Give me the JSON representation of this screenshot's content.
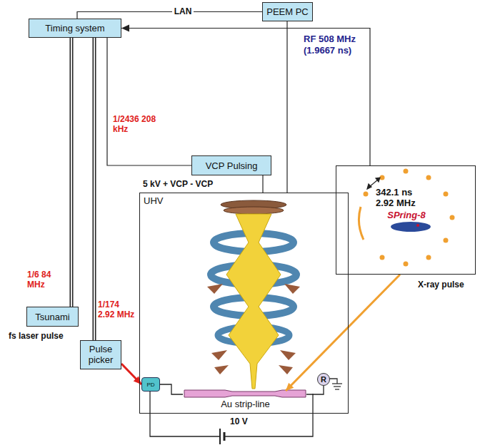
{
  "diagram": {
    "nodes": [
      {
        "text": [
          "PEEM PC"
        ]
      },
      {
        "text": [
          "Timing system"
        ]
      },
      {
        "text": [
          "VCP Pulsing"
        ]
      },
      {
        "text": [
          "UHV"
        ]
      },
      {
        "text": [
          "Tsunami"
        ]
      },
      {
        "text": [
          "Pulse picker"
        ]
      },
      {
        "text": [
          "342.1 ns 2.92 MHz",
          "SPring-8"
        ]
      },
      {
        "text": [
          "Au strip-line"
        ],
        "in": 3
      },
      {
        "text": [
          "R"
        ],
        "in": 3
      },
      {
        "text": [
          "PD"
        ],
        "in": 3
      }
    ],
    "edges": [
      {
        "from": 0,
        "to": 1,
        "arrow": "none",
        "label": "LAN"
      },
      {
        "from": 6,
        "to": 1,
        "arrow": "to",
        "label": "RF 508 MHz (1.9667 ns)"
      },
      {
        "from": 1,
        "to": 2,
        "arrow": "none",
        "label": "1/2436 208 kHz"
      },
      {
        "from": 1,
        "to": 4,
        "arrow": "none",
        "label": "1/6 84 MHz"
      },
      {
        "from": 1,
        "to": 5,
        "arrow": "none",
        "label": "1/174 2.92 MHz"
      },
      {
        "from": 0,
        "to": 3,
        "arrow": "none"
      },
      {
        "from": 2,
        "to": 3,
        "arrow": "none",
        "label": "5 kV + VCP - VCP"
      },
      {
        "from": 5,
        "to": 9,
        "arrow": "to"
      },
      {
        "from": 6,
        "to": 7,
        "arrow": "to",
        "label": "X-ray pulse"
      },
      {
        "from": 9,
        "to": 7,
        "arrow": "none"
      },
      {
        "from": 7,
        "to": 8,
        "arrow": "none"
      }
    ],
    "labels": [
      "fs laser pulse",
      "10 V"
    ]
  }
}
